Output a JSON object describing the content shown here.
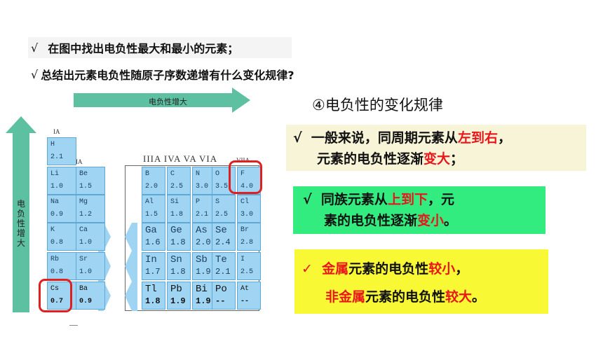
{
  "questions": [
    {
      "check": "√",
      "text": "在图中找出电负性最大和最小的元素；"
    },
    {
      "check": "√",
      "text": "总结出元素电负性随原子序数递增有什么变化规律?"
    }
  ],
  "section_title": "④电负性的变化规律",
  "arrows": {
    "horizontal_label": "电负性增大",
    "vertical_label": "电负性增大"
  },
  "group_labels": {
    "ia": "IA",
    "iia": "IIA",
    "main": "IIIA IVA VA VIA",
    "viia": "VIIA"
  },
  "left_elements": [
    {
      "sym": "H",
      "val": "2.1"
    },
    {
      "sym": "Li",
      "val": "1.0"
    },
    {
      "sym": "Be",
      "val": "1.5"
    },
    {
      "sym": "Na",
      "val": "0.9"
    },
    {
      "sym": "Mg",
      "val": "1.2"
    },
    {
      "sym": "K",
      "val": "0.8"
    },
    {
      "sym": "Ca",
      "val": "1.0"
    },
    {
      "sym": "Rb",
      "val": "0.8"
    },
    {
      "sym": "Sr",
      "val": "1.0"
    },
    {
      "sym": "Cs",
      "val": "0.7"
    },
    {
      "sym": "Ba",
      "val": "0.9"
    }
  ],
  "right_elements": [
    {
      "sym": "B",
      "val": "2.0"
    },
    {
      "sym": "C",
      "val": "2.5"
    },
    {
      "sym": "N",
      "val": "3.0"
    },
    {
      "sym": "O",
      "val": "3.5"
    },
    {
      "sym": "F",
      "val": "4.0"
    },
    {
      "sym": "Al",
      "val": "1.5"
    },
    {
      "sym": "Si",
      "val": "1.8"
    },
    {
      "sym": "P",
      "val": "2.1"
    },
    {
      "sym": "S",
      "val": "2.5"
    },
    {
      "sym": "Cl",
      "val": "3.0"
    },
    {
      "sym": "Ga",
      "val": "1.6"
    },
    {
      "sym": "Ge",
      "val": "1.8"
    },
    {
      "sym": "As",
      "val": "2.0"
    },
    {
      "sym": "Se",
      "val": "2.4"
    },
    {
      "sym": "Br",
      "val": "2.8"
    },
    {
      "sym": "In",
      "val": "1.7"
    },
    {
      "sym": "Sn",
      "val": "1.8"
    },
    {
      "sym": "Sb",
      "val": "1.9"
    },
    {
      "sym": "Te",
      "val": "2.1"
    },
    {
      "sym": "I",
      "val": "2.5"
    },
    {
      "sym": "Tl",
      "val": "1.8"
    },
    {
      "sym": "Pb",
      "val": "1.9"
    },
    {
      "sym": "Bi",
      "val": "1.9"
    },
    {
      "sym": "Po",
      "val": "--"
    },
    {
      "sym": "At",
      "val": "--"
    }
  ],
  "box1": {
    "check": "√",
    "p1": "一般来说，同周期元素从",
    "h1": "左到右",
    "p2": "，",
    "line2": "元素的电负性逐渐",
    "h2": "变大",
    "p3": "；"
  },
  "box2": {
    "check": "√",
    "p1": "同族元素从",
    "h1": "上到下",
    "p2": "，元",
    "line2": "素的电负性逐渐",
    "h2": "变小",
    "p3": "。"
  },
  "box3": {
    "check": "✓",
    "h1": "金属",
    "p1": "元素的电负性",
    "h2": "较小",
    "p2": "，",
    "h3": "非金属",
    "p3": "元素的电负性",
    "h4": "较大",
    "p4": "。"
  },
  "colors": {
    "highlight": "#e8161b",
    "arrow": "#5dc0a0",
    "cell": "#9fd4f2",
    "box1": "#f7f4d8",
    "box2": "#33ec7f",
    "box3": "#f9f834"
  }
}
